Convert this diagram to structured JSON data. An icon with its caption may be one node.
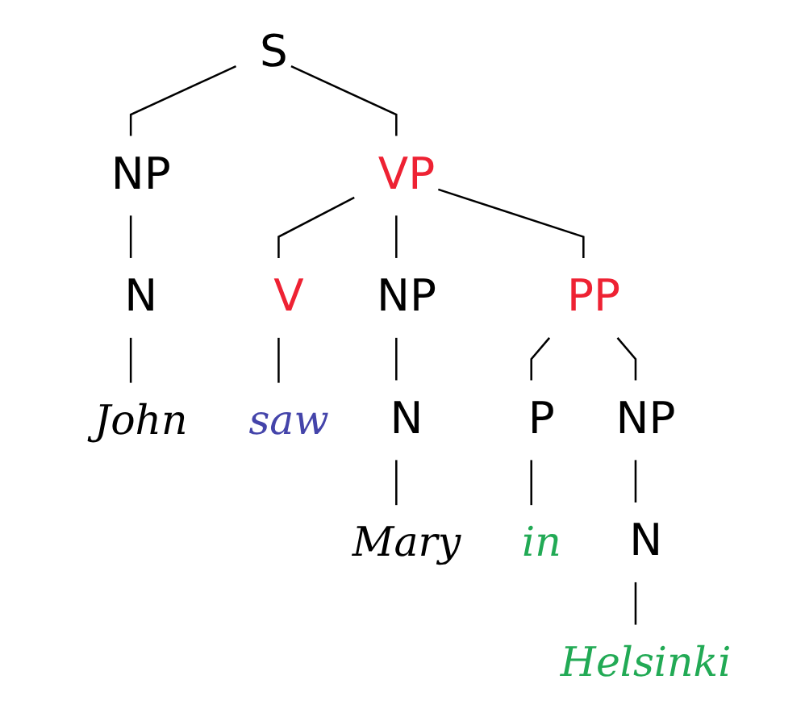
{
  "diagram": {
    "nodes": [
      {
        "text": [
          "S"
        ]
      },
      {
        "text": [
          "NP"
        ]
      },
      {
        "text": [
          "VP"
        ]
      },
      {
        "text": [
          "N"
        ]
      },
      {
        "text": [
          "V"
        ]
      },
      {
        "text": [
          "NP"
        ]
      },
      {
        "text": [
          "PP"
        ]
      },
      {
        "text": [
          "John"
        ]
      },
      {
        "text": [
          "saw"
        ]
      },
      {
        "text": [
          "N"
        ]
      },
      {
        "text": [
          "P"
        ]
      },
      {
        "text": [
          "NP"
        ]
      },
      {
        "text": [
          "Mary"
        ]
      },
      {
        "text": [
          "in"
        ]
      },
      {
        "text": [
          "N"
        ]
      },
      {
        "text": [
          "Helsinki"
        ]
      }
    ],
    "edges": [
      {
        "from": 0,
        "to": 1,
        "arrow": "none"
      },
      {
        "from": 0,
        "to": 2,
        "arrow": "none"
      },
      {
        "from": 1,
        "to": 3,
        "arrow": "none"
      },
      {
        "from": 3,
        "to": 7,
        "arrow": "none"
      },
      {
        "from": 2,
        "to": 4,
        "arrow": "none"
      },
      {
        "from": 2,
        "to": 5,
        "arrow": "none"
      },
      {
        "from": 2,
        "to": 6,
        "arrow": "none"
      },
      {
        "from": 4,
        "to": 8,
        "arrow": "none"
      },
      {
        "from": 5,
        "to": 9,
        "arrow": "none"
      },
      {
        "from": 9,
        "to": 12,
        "arrow": "none"
      },
      {
        "from": 6,
        "to": 10,
        "arrow": "none"
      },
      {
        "from": 6,
        "to": 11,
        "arrow": "none"
      },
      {
        "from": 10,
        "to": 13,
        "arrow": "none"
      },
      {
        "from": 11,
        "to": 14,
        "arrow": "none"
      },
      {
        "from": 14,
        "to": 15,
        "arrow": "none"
      }
    ]
  }
}
